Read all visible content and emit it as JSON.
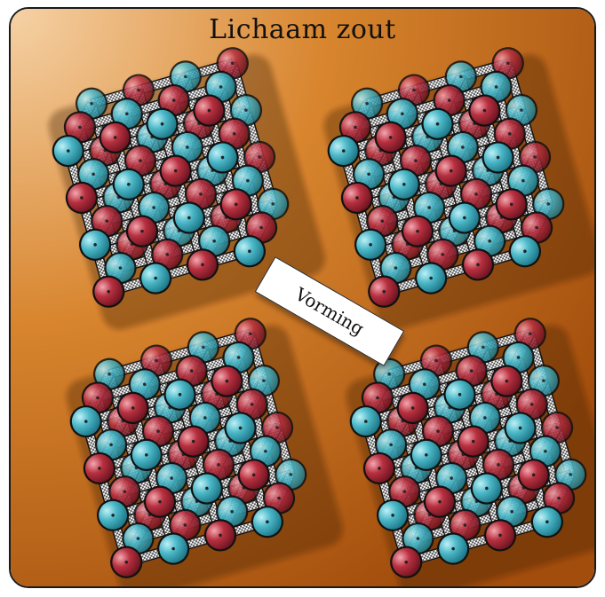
{
  "title": "Lichaam zout",
  "arrow_label": "Vorming",
  "colors": {
    "background_light": "#f3c898",
    "background_dark": "#b85a10",
    "anion": "#4bb8c8",
    "cation": "#b83040",
    "outline": "#111111"
  },
  "crystals": [
    {
      "name": "crystal-top-left"
    },
    {
      "name": "crystal-top-right"
    },
    {
      "name": "crystal-bottom-left"
    },
    {
      "name": "crystal-bottom-right"
    }
  ]
}
